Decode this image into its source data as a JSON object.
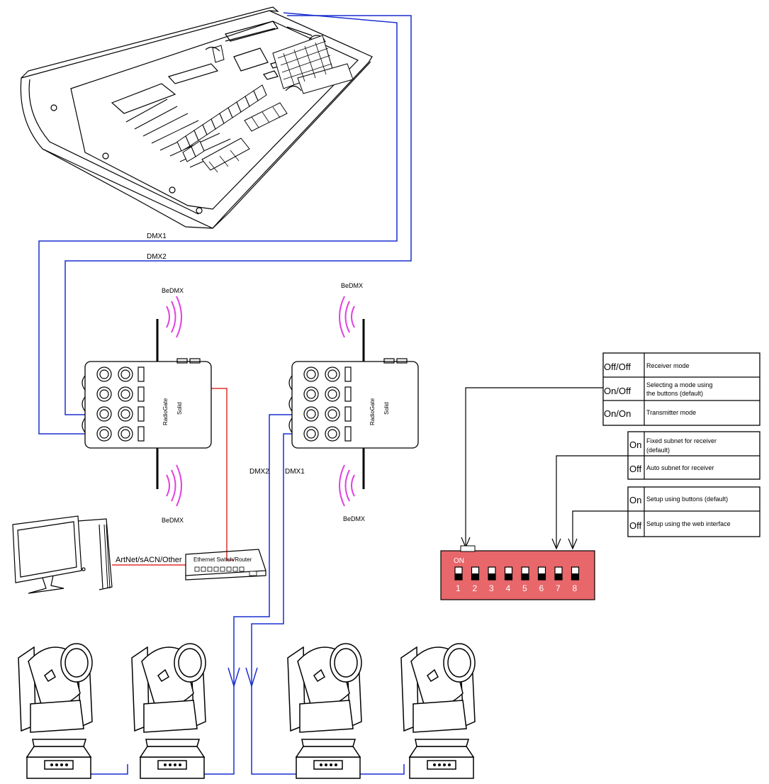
{
  "wires": {
    "dmx1_top": "DMX1",
    "dmx2_top": "DMX2",
    "dmx2_mid": "DMX2",
    "dmx1_mid": "DMX1",
    "artnet": "ArtNet/sACN/Other"
  },
  "radio": {
    "bedmx_left_top": "BeDMX",
    "bedmx_left_bottom": "BeDMX",
    "bedmx_right_top": "BeDMX",
    "bedmx_right_bottom": "BeDMX"
  },
  "switch_label": "Ethernet Switch/Router",
  "device_labels": {
    "brand": "RadioGate",
    "model": "Solid"
  },
  "dip": {
    "on_label": "ON",
    "numbers": [
      "1",
      "2",
      "3",
      "4",
      "5",
      "6",
      "7",
      "8"
    ],
    "body_color": "#e8676b"
  },
  "mode_table": [
    {
      "state": "Off/Off",
      "desc": "Receiver mode"
    },
    {
      "state": "On/Off",
      "desc": "Selecting a mode using",
      "desc2": "the buttons (default)"
    },
    {
      "state": "On/On",
      "desc": "Transmitter mode"
    }
  ],
  "subnet_table": [
    {
      "state": "On",
      "desc": "Fixed subnet for receiver",
      "desc2": "(default)"
    },
    {
      "state": "Off",
      "desc": "Auto subnet for receiver"
    }
  ],
  "setup_table": [
    {
      "state": "On",
      "desc": "Setup using buttons (default)"
    },
    {
      "state": "Off",
      "desc": "Setup using the web interface"
    }
  ],
  "colors": {
    "dmx_wire": "#1a2fd0",
    "ethernet_wire": "#e03030",
    "radio_wave": "#e040e0"
  }
}
